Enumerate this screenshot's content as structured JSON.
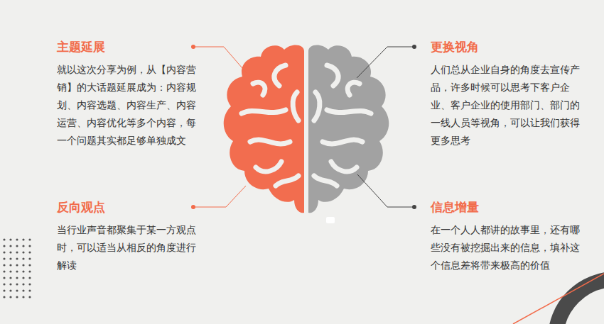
{
  "diagram": {
    "labels": [
      "主题延展",
      "就以这次分享为例，从【内容营销】的大话题延展成为：内容规划、内容选题、内容生产、内容运营、内容优化等多个内容，每一个问题其实都足够单独成文",
      "反向观点",
      "当行业声音都聚集于某一方观点时，可以适当从相反的角度进行解读",
      "更换视角",
      "人们总从企业自身的角度去宣传产品，许多时候可以思考下客户企业、客户企业的使用部门、部门的一线人员等视角，可以让我们获得更多思考",
      "信息增量",
      "在一个人人都讲的故事里，还有哪些没有被挖掘出来的信息，填补这个信息差将带来极高的价值"
    ]
  }
}
